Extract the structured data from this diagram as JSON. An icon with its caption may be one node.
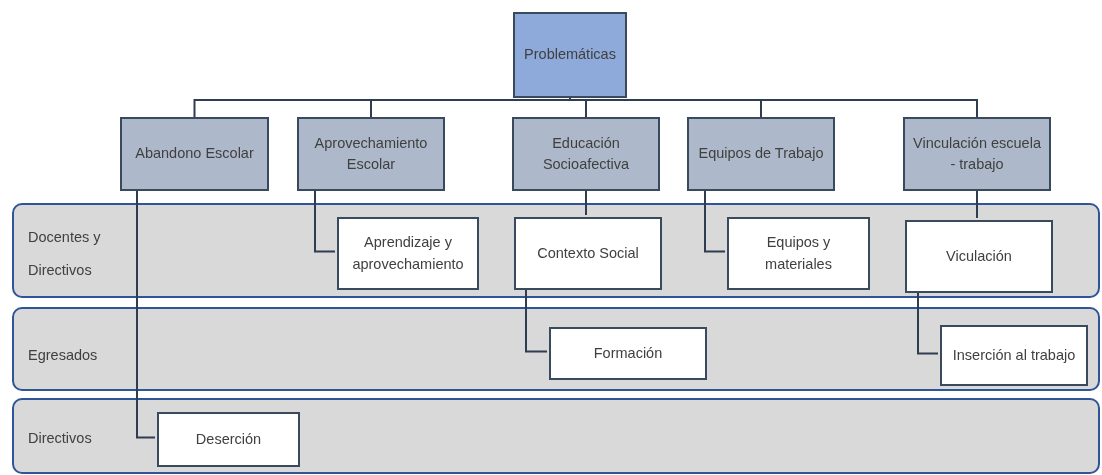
{
  "diagram": {
    "nodes": [
      {
        "text": [
          "Problemáticas"
        ]
      },
      {
        "text": [
          "Abandono Escolar"
        ]
      },
      {
        "text": [
          "Aprovechamiento Escolar"
        ]
      },
      {
        "text": [
          "Educación Socioafectiva"
        ]
      },
      {
        "text": [
          "Equipos de Trabajo"
        ]
      },
      {
        "text": [
          "Vinculación escuela - trabajo"
        ]
      },
      {
        "text": [
          "Docentes y Directivos"
        ]
      },
      {
        "text": [
          "Aprendizaje y aprovechamiento"
        ],
        "in": 6
      },
      {
        "text": [
          "Contexto Social"
        ],
        "in": 6
      },
      {
        "text": [
          "Equipos y materiales"
        ],
        "in": 6
      },
      {
        "text": [
          "Viculación"
        ],
        "in": 6
      },
      {
        "text": [
          "Egresados"
        ]
      },
      {
        "text": [
          "Formación"
        ],
        "in": 11
      },
      {
        "text": [
          "Inserción al trabajo"
        ],
        "in": 11
      },
      {
        "text": [
          "Directivos"
        ]
      },
      {
        "text": [
          "Deserción"
        ],
        "in": 14
      }
    ],
    "edges": [
      {
        "from": 0,
        "to": 1,
        "arrow": "none"
      },
      {
        "from": 0,
        "to": 2,
        "arrow": "none"
      },
      {
        "from": 0,
        "to": 3,
        "arrow": "none"
      },
      {
        "from": 0,
        "to": 4,
        "arrow": "none"
      },
      {
        "from": 0,
        "to": 5,
        "arrow": "none"
      },
      {
        "from": 2,
        "to": 7,
        "arrow": "none"
      },
      {
        "from": 3,
        "to": 8,
        "arrow": "none"
      },
      {
        "from": 4,
        "to": 9,
        "arrow": "none"
      },
      {
        "from": 5,
        "to": 10,
        "arrow": "none"
      },
      {
        "from": 8,
        "to": 12,
        "arrow": "none"
      },
      {
        "from": 10,
        "to": 13,
        "arrow": "none"
      },
      {
        "from": 1,
        "to": 15,
        "arrow": "none"
      }
    ]
  }
}
